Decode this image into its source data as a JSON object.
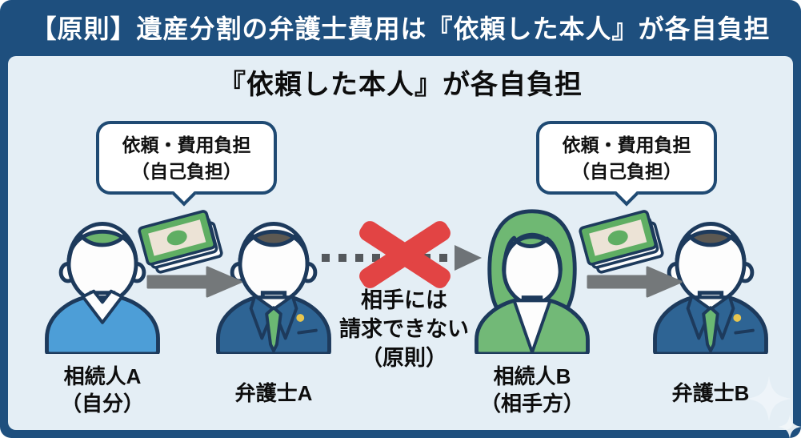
{
  "header": {
    "title": "【原則】遺産分割の弁護士費用は『依頼した本人』が各自負担"
  },
  "diagram": {
    "title": "『依頼した本人』が各自負担",
    "bubbles": [
      {
        "line1": "依頼・費用負担",
        "line2": "（自己負担）"
      },
      {
        "line1": "依頼・費用負担",
        "line2": "（自己負担）"
      }
    ],
    "no_claim": {
      "line1": "相手には",
      "line2": "請求できない",
      "line3": "（原則）"
    },
    "persons": [
      {
        "name": "相続人A",
        "sub": "（自分）",
        "role": "heir"
      },
      {
        "name": "弁護士A",
        "sub": "",
        "role": "lawyer"
      },
      {
        "name": "相続人B",
        "sub": "（相手方）",
        "role": "heir"
      },
      {
        "name": "弁護士B",
        "sub": "",
        "role": "lawyer"
      }
    ],
    "icons": {
      "money-stack-icon": "stack of banknotes",
      "arrow-right-icon": "solid gray right arrow",
      "dashed-arrow-icon": "dashed gray right arrow",
      "cross-icon": "red X prohibition mark",
      "sparkle-icon": "four-point sparkle"
    }
  },
  "colors": {
    "frame_header_bg": "#1e4f7e",
    "body_bg": "#e4eef5",
    "bubble_border": "#1f4a73",
    "outline_navy": "#1d3a5c",
    "cross_red": "#e24444",
    "money_green": "#5fae63",
    "hair_heir_green": "#6cb46d",
    "shirt_blue": "#4d9ed7",
    "suit_blue": "#2e6494",
    "jacket_green": "#72b977",
    "tie_green": "#6bb873",
    "arrow_gray": "#74787a",
    "badge_gold": "#e8c64f",
    "text_black": "#0d0d0d",
    "header_text": "#ffffff"
  }
}
